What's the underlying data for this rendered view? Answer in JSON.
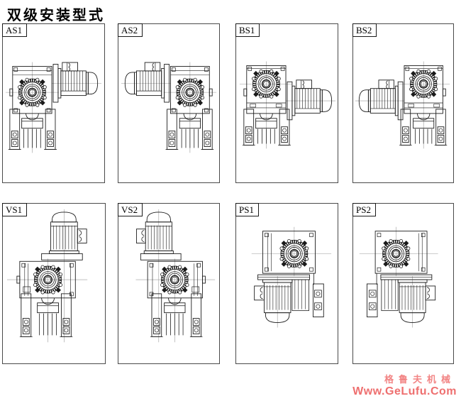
{
  "page": {
    "title": "双级安装型式",
    "background": "#ffffff",
    "line_color": "#1b1b1b",
    "centerline_color": "#9a9a9a"
  },
  "panels": [
    {
      "label": "AS1",
      "type": "AS",
      "mirror": false,
      "drawing": "worm-gearmotor, motor right at top input"
    },
    {
      "label": "AS2",
      "type": "AS",
      "mirror": true,
      "drawing": "worm-gearmotor, motor left at top input"
    },
    {
      "label": "BS1",
      "type": "BS",
      "mirror": false,
      "drawing": "worm-gearmotor, motor right at side input"
    },
    {
      "label": "BS2",
      "type": "BS",
      "mirror": true,
      "drawing": "worm-gearmotor, motor left at side input"
    },
    {
      "label": "VS1",
      "type": "VS",
      "mirror": false,
      "drawing": "worm-gearmotor, motor vertical on top, terminal box right"
    },
    {
      "label": "VS2",
      "type": "VS",
      "mirror": true,
      "drawing": "worm-gearmotor, motor vertical on top, terminal box left"
    },
    {
      "label": "PS1",
      "type": "PS",
      "mirror": false,
      "drawing": "worm-gearmotor, motor hanging below left"
    },
    {
      "label": "PS2",
      "type": "PS",
      "mirror": true,
      "drawing": "worm-gearmotor, motor hanging below right"
    }
  ],
  "watermark": {
    "line1": "格鲁夫机械",
    "line2": "Www.GeLufu.Com",
    "color1": "#f28585",
    "color2": "#ee6f6f"
  }
}
